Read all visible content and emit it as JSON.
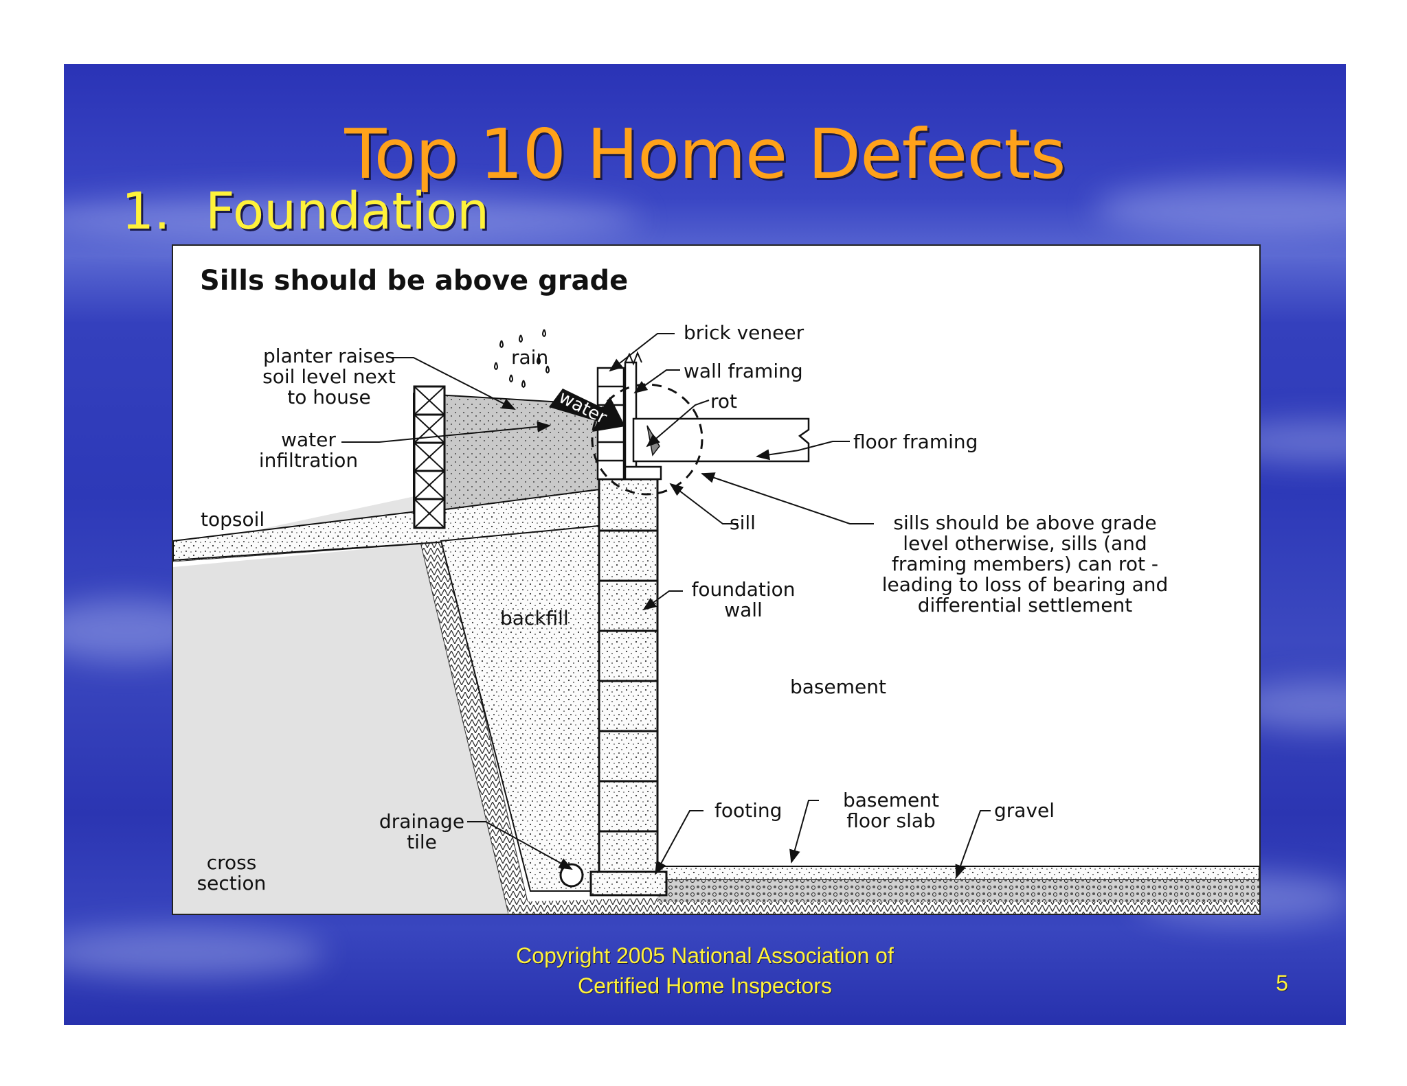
{
  "slide": {
    "title": "Top 10 Home Defects",
    "subtitle_number": "1.",
    "subtitle_text": "Foundation",
    "copyright_line1": "Copyright 2005 National Association of",
    "copyright_line2": "Certified Home Inspectors",
    "page_number": "5"
  },
  "diagram": {
    "title": "Sills should be above grade",
    "labels": {
      "brick_veneer": "brick veneer",
      "planter_1": "planter raises",
      "planter_2": "soil level next",
      "planter_3": "to house",
      "rain": "rain",
      "wall_framing": "wall framing",
      "rot": "rot",
      "water_arrow": "water",
      "floor_framing": "floor framing",
      "water_infiltration_1": "water",
      "water_infiltration_2": "infiltration",
      "topsoil": "topsoil",
      "sill": "sill",
      "note_1": "sills should be above grade",
      "note_2": "level otherwise, sills (and",
      "note_3": "framing members) can rot -",
      "note_4": "leading to loss of bearing and",
      "note_5": "differential settlement",
      "foundation_wall_1": "foundation",
      "foundation_wall_2": "wall",
      "backfill": "backfill",
      "basement": "basement",
      "footing": "footing",
      "basement_slab_1": "basement",
      "basement_slab_2": "floor slab",
      "gravel": "gravel",
      "drainage_tile_1": "drainage",
      "drainage_tile_2": "tile",
      "cross_section_1": "cross",
      "cross_section_2": "section"
    }
  }
}
